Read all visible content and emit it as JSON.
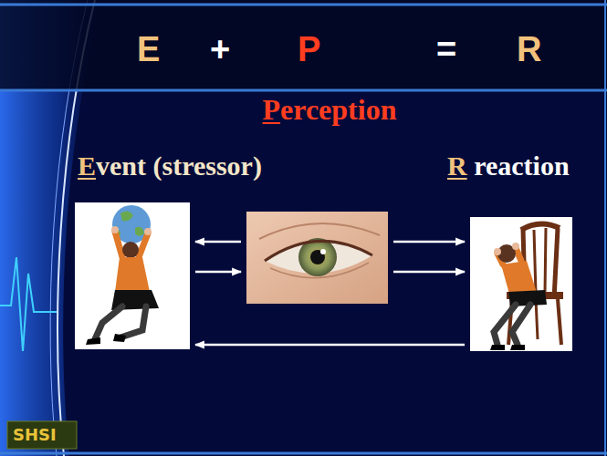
{
  "diagram": {
    "nodes": [
      {
        "text": [
          "Event (stressor)"
        ]
      },
      {
        "text": [
          "Perception"
        ]
      },
      {
        "text": [
          "R reaction"
        ]
      }
    ],
    "edges": [
      {
        "from": 1,
        "to": 0,
        "arrow": "to"
      },
      {
        "from": 0,
        "to": 1,
        "arrow": "to"
      },
      {
        "from": 1,
        "to": 2,
        "arrow": "to"
      },
      {
        "from": 1,
        "to": 2,
        "arrow": "to"
      },
      {
        "from": 2,
        "to": 0,
        "arrow": "to"
      }
    ],
    "labels": [
      "E",
      "+",
      "P",
      "=",
      "R",
      "SHSI"
    ]
  }
}
